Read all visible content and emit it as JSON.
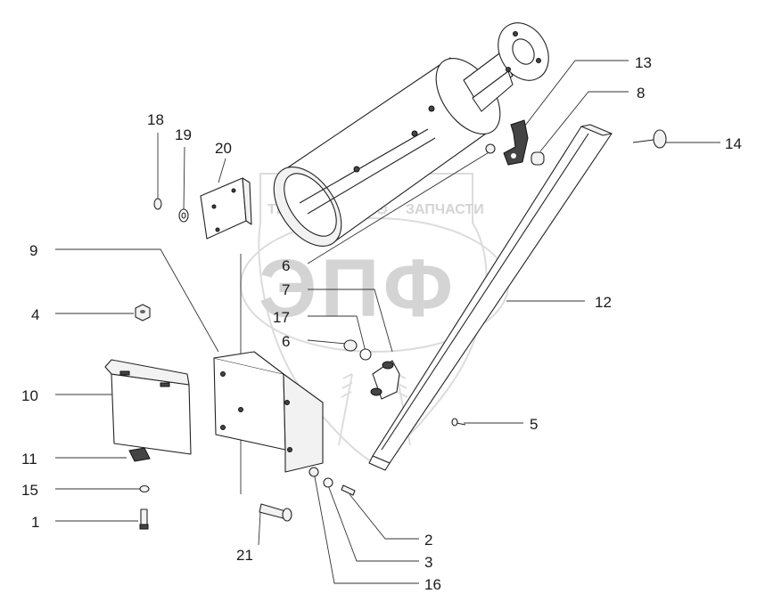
{
  "watermark": {
    "brand_left": "ТЕХНИКА",
    "brand_right": "ЗАПЧАСТИ",
    "logo": "ЭПФ"
  },
  "callouts": [
    {
      "id": "13",
      "label": "13"
    },
    {
      "id": "8",
      "label": "8"
    },
    {
      "id": "14",
      "label": "14"
    },
    {
      "id": "18",
      "label": "18"
    },
    {
      "id": "19",
      "label": "19"
    },
    {
      "id": "20",
      "label": "20"
    },
    {
      "id": "9",
      "label": "9"
    },
    {
      "id": "6a",
      "label": "6"
    },
    {
      "id": "7",
      "label": "7"
    },
    {
      "id": "12",
      "label": "12"
    },
    {
      "id": "4",
      "label": "4"
    },
    {
      "id": "17",
      "label": "17"
    },
    {
      "id": "6b",
      "label": "6"
    },
    {
      "id": "10",
      "label": "10"
    },
    {
      "id": "5",
      "label": "5"
    },
    {
      "id": "11",
      "label": "11"
    },
    {
      "id": "15",
      "label": "15"
    },
    {
      "id": "1",
      "label": "1"
    },
    {
      "id": "21",
      "label": "21"
    },
    {
      "id": "2",
      "label": "2"
    },
    {
      "id": "3",
      "label": "3"
    },
    {
      "id": "16",
      "label": "16"
    }
  ]
}
